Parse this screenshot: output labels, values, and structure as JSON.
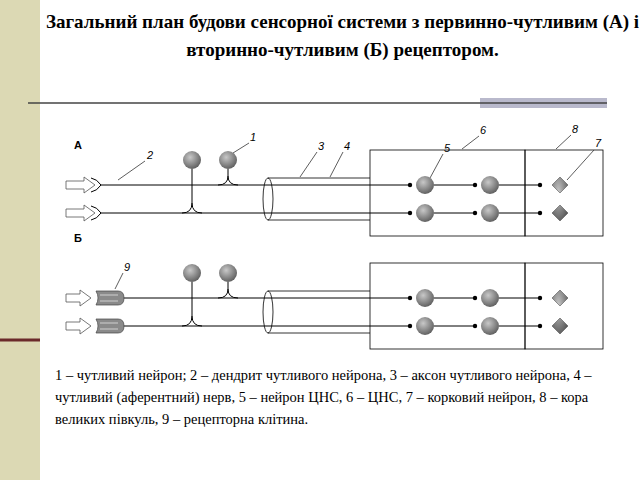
{
  "diagram": {
    "title": "Загальний план будови сенсорної системи з первинно-чутливим (А) і вторинно-чутливим (Б) рецептором.",
    "caption": "1 – чутливий нейрон; 2 – дендрит чутливого нейрона, 3 – аксон чутливого нейрона, 4 – чутливий (аферентний) нерв, 5 – нейрон ЦНС, 6 – ЦНС, 7 – корковий нейрон, 8 – кора великих півкуль, 9 – рецепторна клітина.",
    "labels": [
      "А",
      "2",
      "1",
      "3",
      "4",
      "6",
      "5",
      "8",
      "7",
      "Б",
      "9"
    ]
  }
}
